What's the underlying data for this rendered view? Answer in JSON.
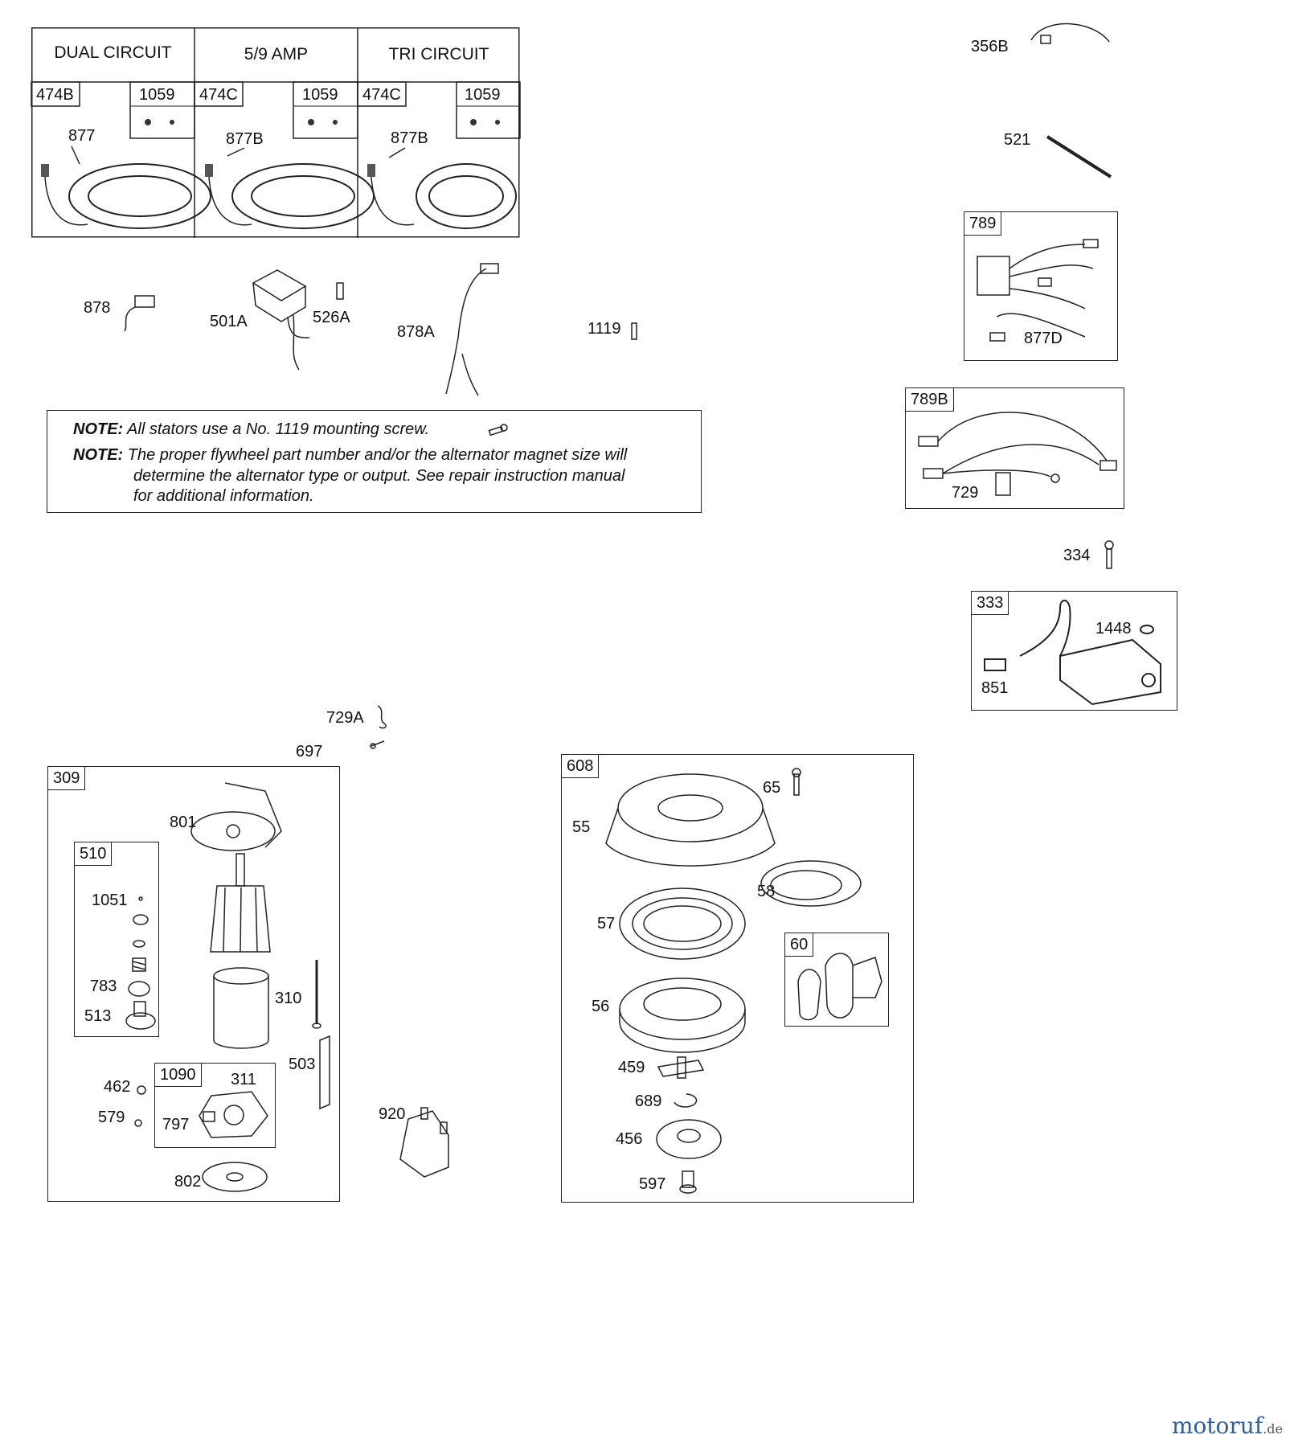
{
  "stator_groups": [
    {
      "title": "DUAL CIRCUIT",
      "part": "474B",
      "kit": "1059",
      "wire": "877"
    },
    {
      "title": "5/9 AMP",
      "part": "474C",
      "kit": "1059",
      "wire": "877B"
    },
    {
      "title": "TRI CIRCUIT",
      "part": "474C",
      "kit": "1059",
      "wire": "877B"
    }
  ],
  "loose_parts": {
    "p878": "878",
    "p501A": "501A",
    "p526A": "526A",
    "p878A": "878A",
    "p1119": "1119",
    "p356B": "356B",
    "p521": "521",
    "p334": "334",
    "p729A": "729A",
    "p697": "697",
    "p920": "920"
  },
  "boxes": {
    "b789": {
      "tag": "789",
      "sub": "877D"
    },
    "b789B": {
      "tag": "789B",
      "sub": "729"
    },
    "b333": {
      "tag": "333",
      "a": "1448",
      "b": "851"
    },
    "b309": {
      "tag": "309",
      "p801": "801",
      "p310": "310",
      "p503": "503",
      "p462": "462",
      "p579": "579",
      "p802": "802"
    },
    "b510": {
      "tag": "510",
      "p1051": "1051",
      "p783": "783",
      "p513": "513"
    },
    "b1090": {
      "tag": "1090",
      "p311": "311",
      "p797": "797"
    },
    "b608": {
      "tag": "608",
      "p65": "65",
      "p55": "55",
      "p58": "58",
      "p57": "57",
      "p56": "56",
      "p459": "459",
      "p689": "689",
      "p456": "456",
      "p597": "597"
    },
    "b60": {
      "tag": "60"
    }
  },
  "notes": [
    {
      "label": "NOTE:",
      "text": "All stators use a No. 1119 mounting screw."
    },
    {
      "label": "NOTE:",
      "text": "The proper flywheel part number and/or the alternator magnet size will",
      "line2": "determine the alternator type or output. See repair instruction manual",
      "line3": "for additional information."
    }
  ],
  "watermark": {
    "brand": "motoruf",
    "tld": ".de",
    "brand_color": "#2f5f96",
    "tld_color": "#555555"
  }
}
